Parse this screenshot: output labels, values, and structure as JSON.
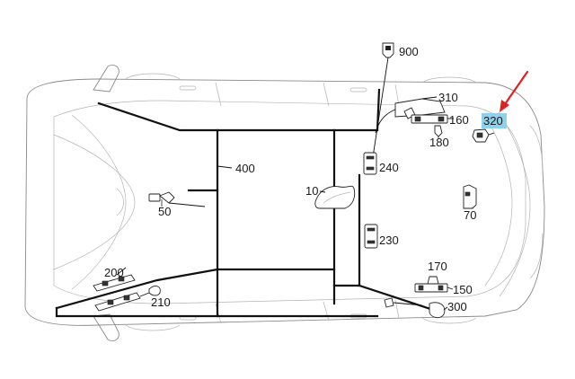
{
  "colors": {
    "highlight": "#8fd0ea",
    "arrow": "#e02020",
    "harness": "#111111",
    "outline": "#8a8a8a"
  },
  "callouts": {
    "c900": "900",
    "c310": "310",
    "c160": "160",
    "c320": "320",
    "c180": "180",
    "c400": "400",
    "c240": "240",
    "c10": "10",
    "c50": "50",
    "c70": "70",
    "c230": "230",
    "c200": "200",
    "c210": "210",
    "c170": "170",
    "c150": "150",
    "c300": "300"
  },
  "highlighted_callout": "320",
  "icons": {
    "connector": "connector-icon",
    "pointer": "red-arrow-icon"
  }
}
